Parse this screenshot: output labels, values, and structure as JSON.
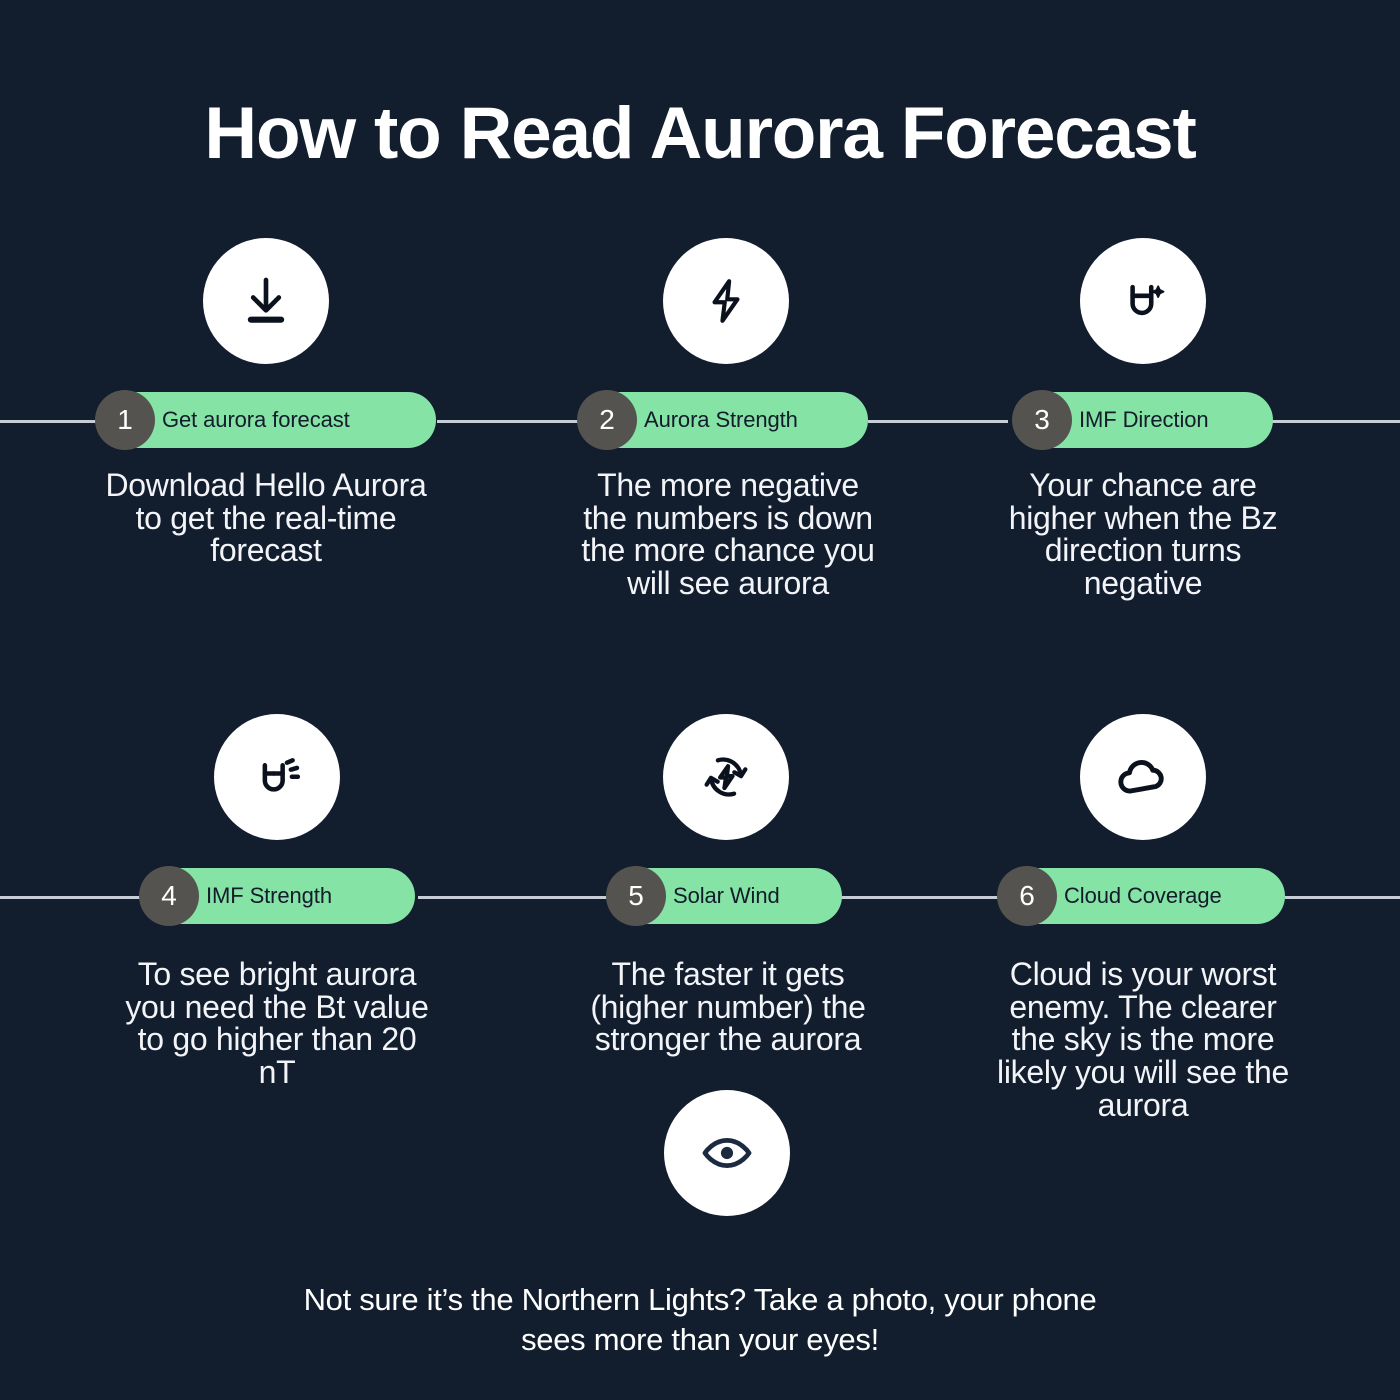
{
  "theme": {
    "background": "#121D2E",
    "pill_green": "#84E3A5",
    "badge_gray": "#55534F",
    "rail_color": "#C7CDD6",
    "text_white": "#F2F4F7",
    "icon_dark": "#0B121E"
  },
  "header": {
    "title": "How to Read Aurora Forecast"
  },
  "steps": [
    {
      "number": "1",
      "label": "Get aurora forecast",
      "icon": "download-icon",
      "body": "Download Hello Aurora\nto get the real-time\nforecast"
    },
    {
      "number": "2",
      "label": "Aurora Strength",
      "icon": "lightning-bolt-icon",
      "body": "The more negative\nthe numbers is down\nthe more chance you\nwill see aurora"
    },
    {
      "number": "3",
      "label": "IMF Direction",
      "icon": "magnet-sparkle-icon",
      "body": "Your chance are\nhigher when the Bz\ndirection turns\nnegative"
    },
    {
      "number": "4",
      "label": "IMF Strength",
      "icon": "magnet-motion-icon",
      "body": "To see bright aurora\nyou need the Bt value\nto go higher than 20\nnT"
    },
    {
      "number": "5",
      "label": "Solar Wind",
      "icon": "refresh-bolt-icon",
      "body": "The faster it gets\n(higher number) the\nstronger the aurora"
    },
    {
      "number": "6",
      "label": "Cloud Coverage",
      "icon": "cloud-icon",
      "body": "Cloud is your worst\nenemy. The clearer\nthe sky is the more\nlikely you will see the\naurora"
    }
  ],
  "extra_icon": {
    "icon": "eye-icon"
  },
  "footer": {
    "text": "Not sure it’s the Northern Lights? Take a photo, your phone\nsees more than your eyes!"
  }
}
